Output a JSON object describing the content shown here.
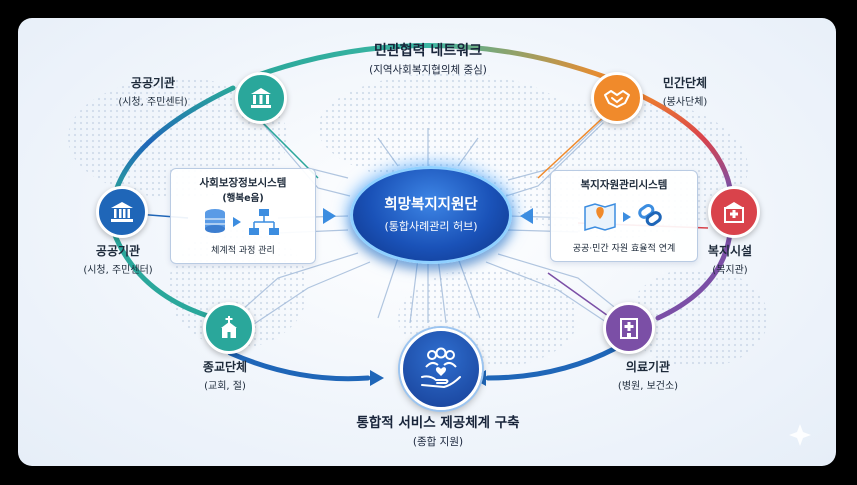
{
  "network": {
    "title": "민관협력 네트워크",
    "subtitle": "(지역사회복지협의체 중심)"
  },
  "hub": {
    "title": "희망복지지원단",
    "subtitle": "(통합사례관리 허브)"
  },
  "outcome": {
    "title": "통합적 서비스 제공체계 구축",
    "subtitle": "(종합 지원)"
  },
  "nodes": {
    "public_top": {
      "title": "공공기관",
      "subtitle": "(시청, 주민센터)"
    },
    "public_mid": {
      "title": "공공기관",
      "subtitle": "(시청, 주민센터)"
    },
    "religious": {
      "title": "종교단체",
      "subtitle": "(교회, 절)"
    },
    "private_org": {
      "title": "민간단체",
      "subtitle": "(봉사단체)"
    },
    "welfare": {
      "title": "복지시설",
      "subtitle": "(복지관)"
    },
    "medical": {
      "title": "의료기관",
      "subtitle": "(병원, 보건소)"
    }
  },
  "panels": {
    "left": {
      "title": "사회보장정보시스템",
      "subtitle": "(행복e음)",
      "footer": "체계적 과정 관리"
    },
    "right": {
      "title": "복지자원관리시스템",
      "footer": "공공·민간 자원 효율적 연계"
    }
  },
  "colors": {
    "teal": "#2aa79b",
    "blue": "#1f66b8",
    "orange": "#f08a2b",
    "red": "#d9434b",
    "purple": "#7b4fa6",
    "hub": "#1a52b8"
  },
  "icons": {
    "public_top": "government-building-icon",
    "public_mid": "bank-building-icon",
    "religious": "church-icon",
    "private_org": "handshake-icon",
    "welfare": "hospital-building-icon",
    "medical": "medical-clinic-icon",
    "outcome": "people-care-hand-icon",
    "left_panel": "database-network-icon",
    "right_panel": "map-link-icon"
  }
}
